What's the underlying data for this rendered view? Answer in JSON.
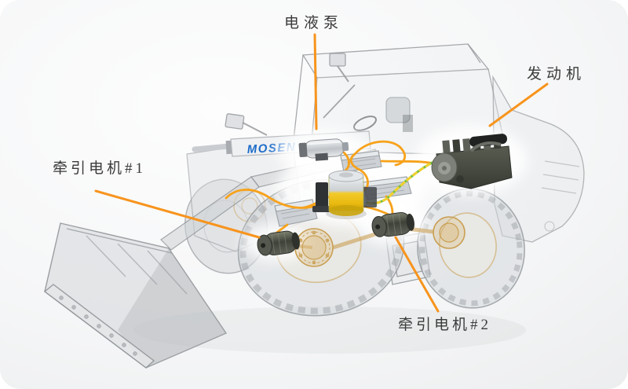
{
  "diagram": {
    "type": "annotated_cutaway_illustration",
    "brand_logo": "MOSEN",
    "callouts": [
      {
        "id": "pump",
        "label": "电液泵"
      },
      {
        "id": "engine",
        "label": "发动机"
      },
      {
        "id": "motor1",
        "label": "牵引电机#1"
      },
      {
        "id": "motor2",
        "label": "牵引电机#2"
      }
    ],
    "colors": {
      "leader_line": "#F7941D",
      "cable_orange": "#F7A21B",
      "cable_green": "#6CBE45",
      "cable_yellow": "#F2D12E",
      "brand_blue": "#1C6BC9",
      "highlight_gold": "#C99F52",
      "capacitor_yellow": "#F0C41F",
      "component_dark": "#44473F",
      "label_text": "#3B3B3B",
      "background_edge": "#E9EAEC"
    }
  }
}
